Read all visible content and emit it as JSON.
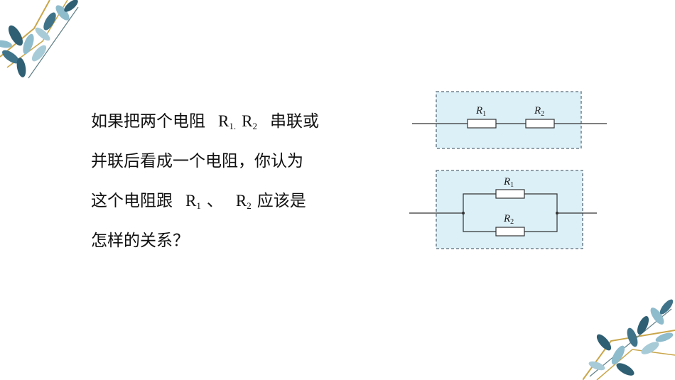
{
  "question": {
    "line1": {
      "prefix": "如果把两个电阻",
      "r1": "R",
      "r1_sub": "1.",
      "r2": "R",
      "r2_sub": "2",
      "suffix": "串联或"
    },
    "line2": {
      "text": "并联后看成一个电阻，你认为"
    },
    "line3": {
      "prefix": "这个电阻跟",
      "r1": "R",
      "r1_sub": "1",
      "sep": "、",
      "r2": "R",
      "r2_sub": "2",
      "suffix": "应该是"
    },
    "line4": {
      "text": "怎样的关系？"
    }
  },
  "series_circuit": {
    "r1_label": "R",
    "r1_sub": "1",
    "r2_label": "R",
    "r2_sub": "2"
  },
  "parallel_circuit": {
    "r1_label": "R",
    "r1_sub": "1",
    "r2_label": "R",
    "r2_sub": "2"
  },
  "colors": {
    "box_fill": "#dcf0f8",
    "box_border": "#5a6b78",
    "leaf_dark": "#2f5f73",
    "leaf_light": "#8fbccd",
    "gold": "#c9a64a"
  }
}
